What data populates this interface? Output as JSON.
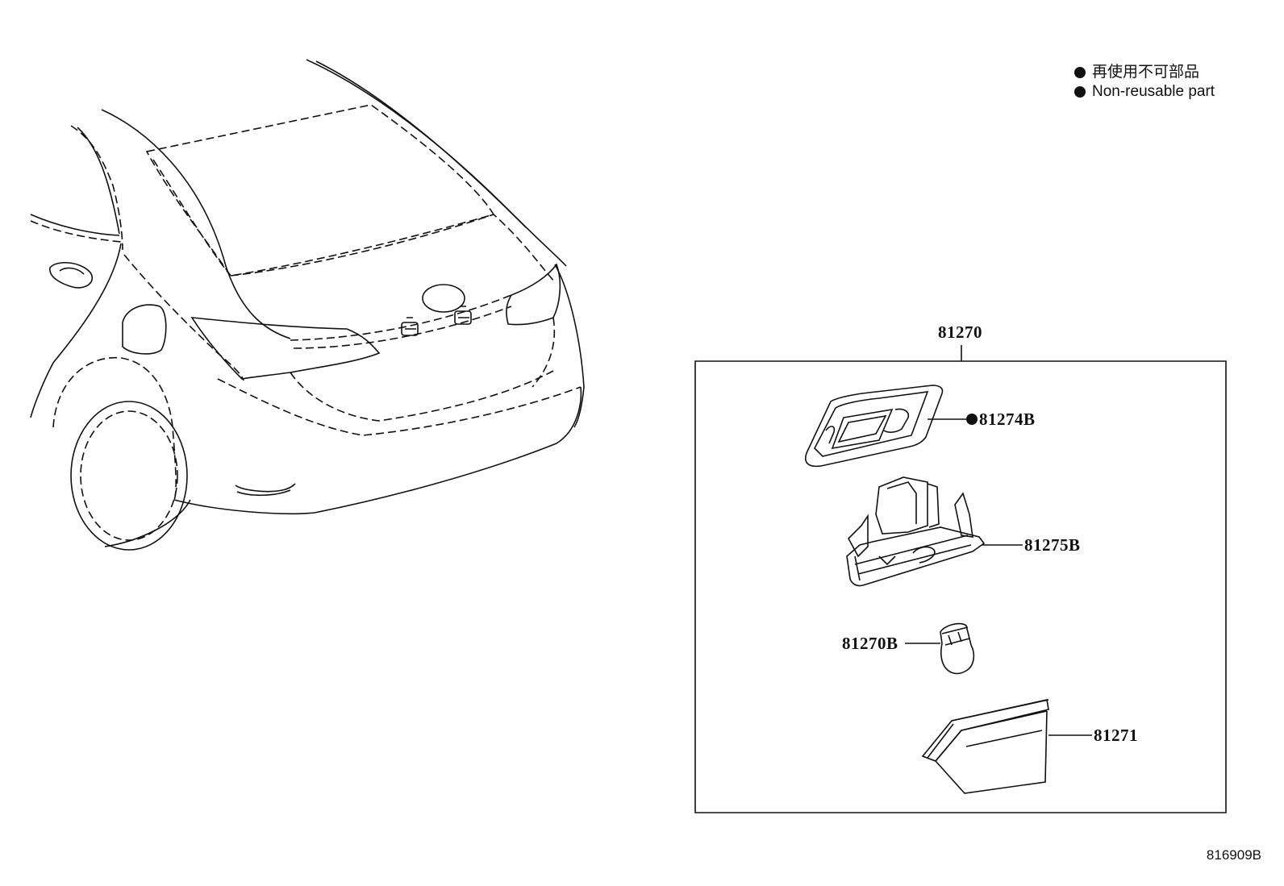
{
  "legend": {
    "items": [
      {
        "symbol": "filled-circle-icon",
        "text": "再使用不可部品"
      },
      {
        "symbol": "filled-circle-icon",
        "text": "Non-reusable part"
      }
    ]
  },
  "assembly": {
    "part_number": "81270",
    "parts": [
      {
        "id": "gasket",
        "part_number": "81274B",
        "non_reusable": true
      },
      {
        "id": "housing",
        "part_number": "81275B",
        "non_reusable": false
      },
      {
        "id": "bulb",
        "part_number": "81270B",
        "non_reusable": false
      },
      {
        "id": "lens",
        "part_number": "81271",
        "non_reusable": false
      }
    ]
  },
  "drawing_id": "816909B"
}
